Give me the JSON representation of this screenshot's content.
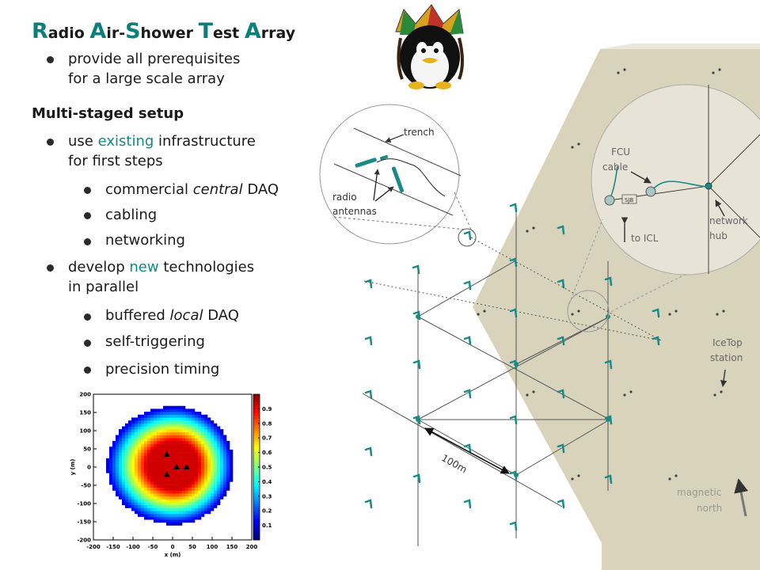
{
  "title": {
    "words": [
      {
        "cap": "R",
        "rest": "adio "
      },
      {
        "cap": "A",
        "rest": "ir-"
      },
      {
        "cap": "S",
        "rest": "hower "
      },
      {
        "cap": "T",
        "rest": "est "
      },
      {
        "cap": "A",
        "rest": "rray"
      }
    ]
  },
  "bullets": {
    "b1_line1": "provide all prerequisites",
    "b1_line2": "for a large scale array",
    "heading": "Multi-staged setup",
    "b2_pre": "use ",
    "b2_hl": "existing",
    "b2_post": " infrastructure",
    "b2_line2": "for first steps",
    "s1_pre": "commercial ",
    "s1_it": "central",
    "s1_post": " DAQ",
    "s2": "cabling",
    "s3": "networking",
    "b3_pre": "develop ",
    "b3_hl": "new",
    "b3_post": " technologies",
    "b3_line2": "in parallel",
    "s4_pre": "buffered ",
    "s4_it": "local",
    "s4_post": " DAQ",
    "s5": "self-triggering",
    "s6": "precision timing"
  },
  "diagram": {
    "trench": "trench",
    "radio_antennas_1": "radio",
    "radio_antennas_2": "antennas",
    "fcu_1": "FCU",
    "fcu_2": "cable",
    "sjb": "SJB",
    "to_icl": "to ICL",
    "network_hub_1": "network",
    "network_hub_2": "hub",
    "icetop_1": "IceTop",
    "icetop_2": "station",
    "distance": "100m",
    "magnetic_1": "magnetic",
    "magnetic_2": "north",
    "colors": {
      "accent": "#0d7f7a",
      "antenna": "#1a8a86",
      "region": "#d8d2bb",
      "grid_line": "#555555"
    }
  },
  "chart_data": {
    "type": "heatmap",
    "xlabel": "x (m)",
    "ylabel": "y (m)",
    "xlim": [
      -200,
      200
    ],
    "ylim": [
      -200,
      200
    ],
    "xticks": [
      -200,
      -150,
      -100,
      -50,
      0,
      50,
      100,
      150,
      200
    ],
    "yticks": [
      -200,
      -150,
      -100,
      -50,
      0,
      50,
      100,
      150,
      200
    ],
    "colorbar_ticks": [
      0.1,
      0.2,
      0.3,
      0.4,
      0.5,
      0.6,
      0.7,
      0.8,
      0.9
    ],
    "colorbar_range": [
      0,
      1
    ],
    "markers": [
      [
        -15,
        35
      ],
      [
        10,
        0
      ],
      [
        35,
        0
      ],
      [
        -15,
        -20
      ]
    ],
    "description_center": [
      5,
      5
    ]
  }
}
